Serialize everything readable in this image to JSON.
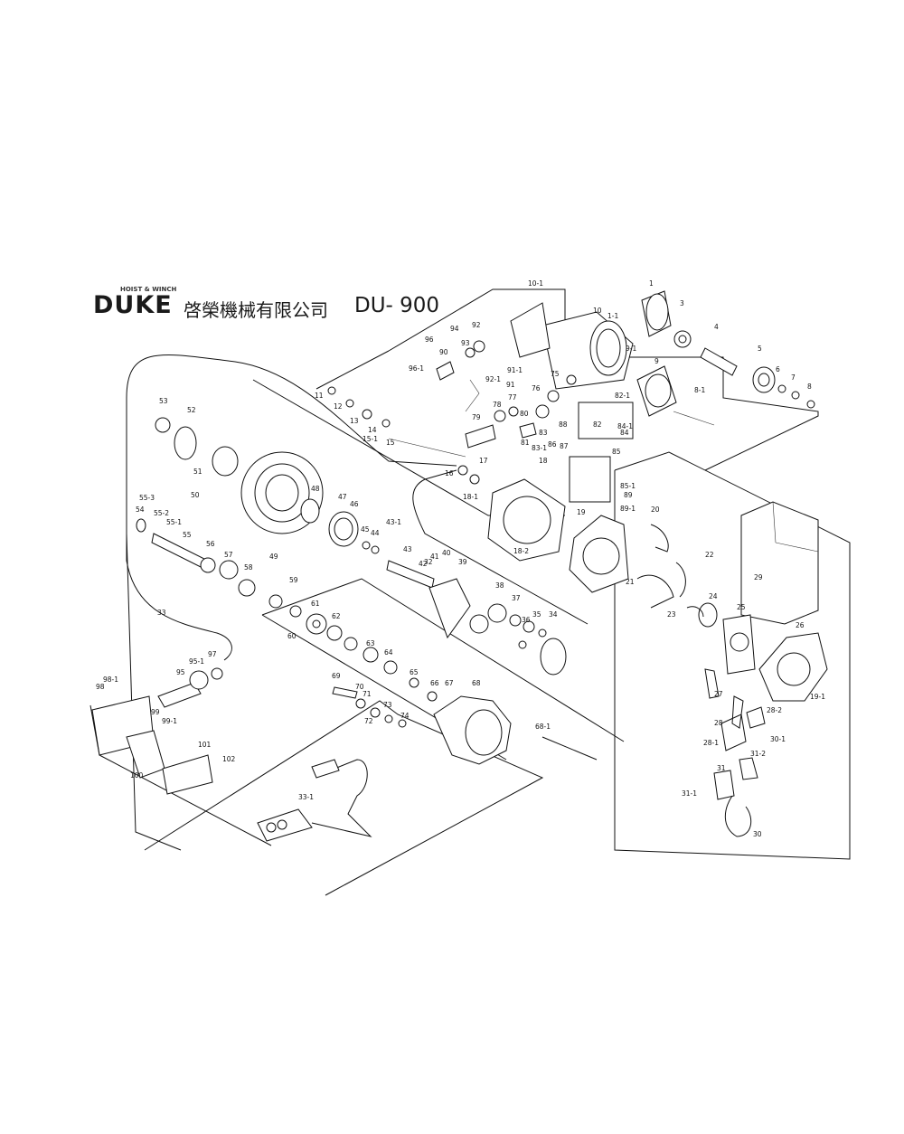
{
  "title": {
    "logo": "DUKE",
    "logo_tag": "HOIST & WINCH",
    "company": "啓榮機械有限公司",
    "model": "DU- 900"
  },
  "part_labels": [
    "1",
    "1-1",
    "3",
    "4",
    "5",
    "6",
    "7",
    "8",
    "8-1",
    "9",
    "9-1",
    "10",
    "10-1",
    "11",
    "12",
    "13",
    "14",
    "15",
    "15-1",
    "16",
    "17",
    "18",
    "18-1",
    "18-2",
    "19",
    "19-1",
    "20",
    "21",
    "22",
    "23",
    "24",
    "25",
    "26",
    "27",
    "28",
    "28-1",
    "28-2",
    "29",
    "30",
    "30-1",
    "31",
    "31-1",
    "31-2",
    "32",
    "33",
    "33-1",
    "34",
    "35",
    "36",
    "37",
    "38",
    "39",
    "40",
    "41",
    "42",
    "43",
    "43-1",
    "44",
    "45",
    "46",
    "47",
    "48",
    "49",
    "50",
    "51",
    "52",
    "53",
    "54",
    "55",
    "55-1",
    "55-2",
    "55-3",
    "56",
    "57",
    "58",
    "59",
    "60",
    "61",
    "62",
    "63",
    "64",
    "65",
    "66",
    "67",
    "68",
    "68-1",
    "69",
    "70",
    "71",
    "72",
    "73",
    "74",
    "75",
    "76",
    "77",
    "78",
    "79",
    "80",
    "81",
    "82",
    "82-1",
    "83",
    "83-1",
    "84",
    "84-1",
    "85",
    "85-1",
    "86",
    "87",
    "88",
    "89",
    "89-1",
    "90",
    "91",
    "91-1",
    "92",
    "92-1",
    "93",
    "94",
    "95",
    "95-1",
    "96",
    "96-1",
    "97",
    "98",
    "98-1",
    "99",
    "99-1",
    "100",
    "101",
    "102"
  ]
}
